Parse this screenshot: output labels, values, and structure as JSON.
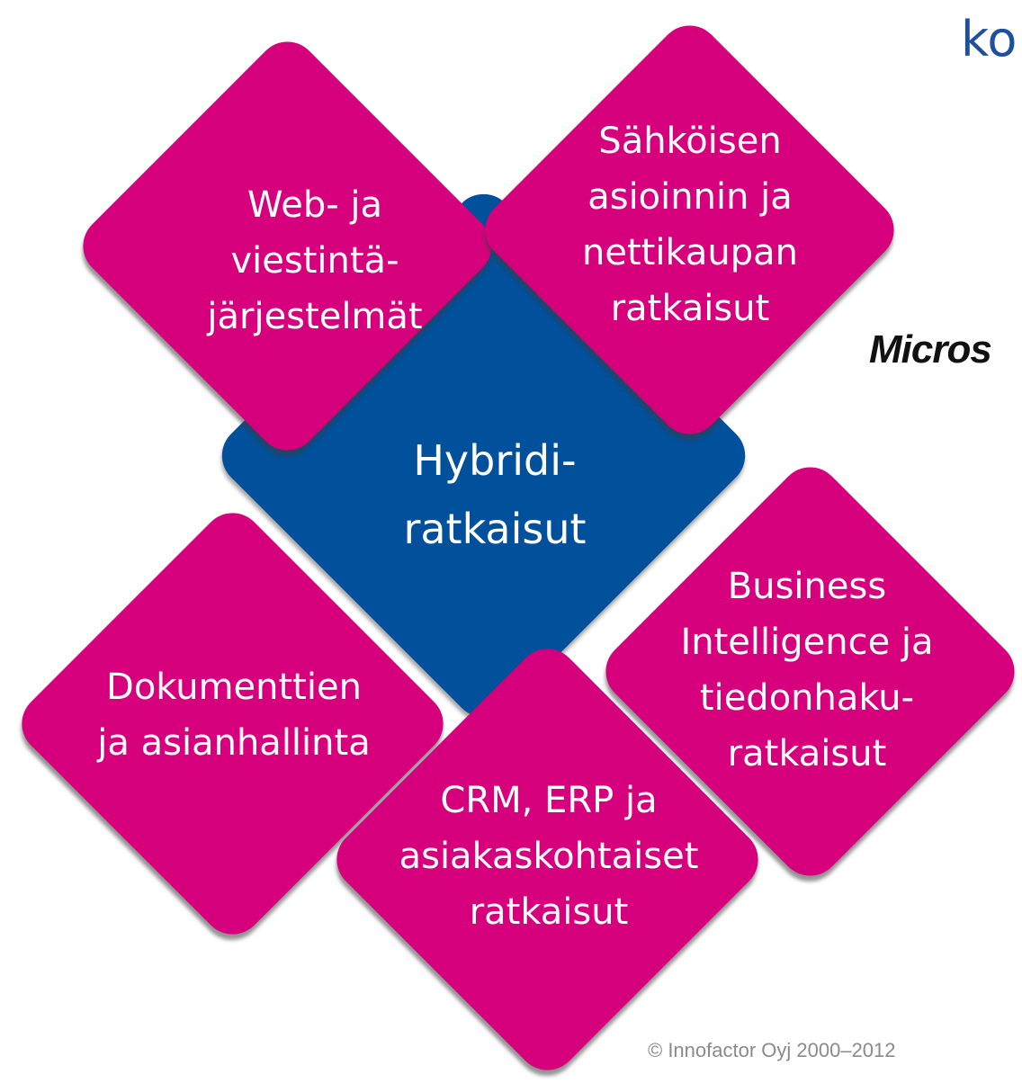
{
  "header": {
    "title_fragment": "ko"
  },
  "partner_logo": {
    "text": "Micros"
  },
  "diagram": {
    "center": {
      "label": "Hybridi-\nratkaisut",
      "color": "#00509b"
    },
    "segments": [
      {
        "id": "web",
        "label": "Web- ja\nviestintä-\njärjestelmät",
        "color": "#d6007d"
      },
      {
        "id": "ecommerce",
        "label": "Sähköisen\nasioinnin ja\nnettikaupan\nratkaisut",
        "color": "#d6007d"
      },
      {
        "id": "documents",
        "label": "Dokumenttien\nja asianhallinta",
        "color": "#d6007d"
      },
      {
        "id": "business-intelligence",
        "label": "Business\nIntelligence ja\ntiedonhaku-\nratkaisut",
        "color": "#d6007d"
      },
      {
        "id": "crm-erp",
        "label": "CRM, ERP ja\nasiakaskohtaiset\nratkaisut",
        "color": "#d6007d"
      }
    ]
  },
  "footer": {
    "copyright": "© Innofactor  Oyj 2000–2012"
  }
}
